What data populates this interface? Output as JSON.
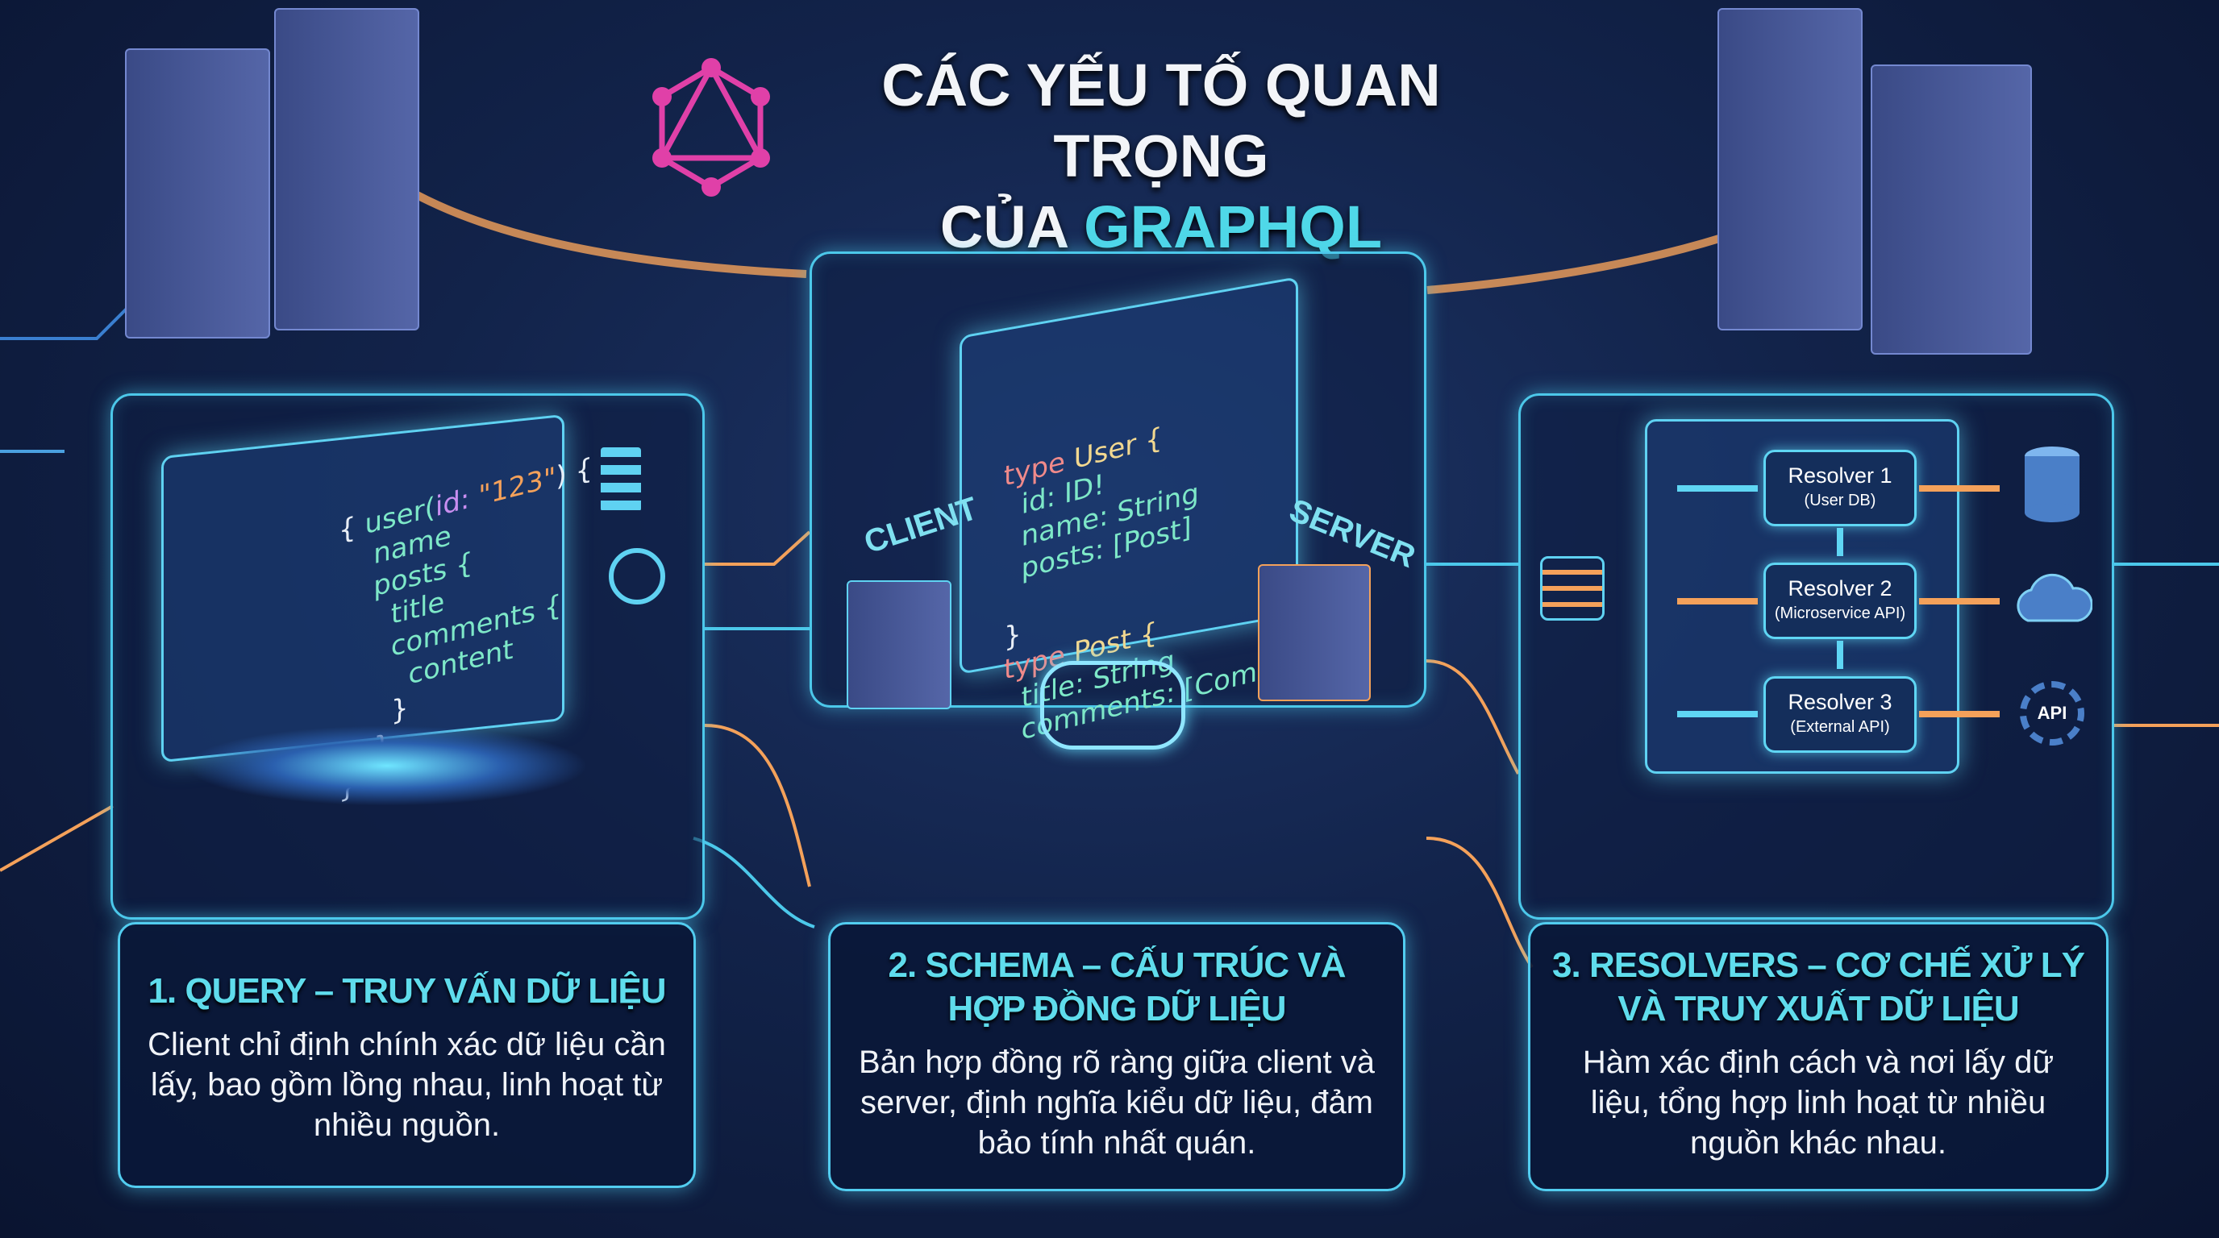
{
  "title": {
    "line1": "CÁC YẾU TỐ QUAN TRỌNG",
    "line2_prefix": "CỦA ",
    "line2_highlight": "GRAPHQL",
    "logo": "graphql-logo-icon"
  },
  "colors": {
    "accent": "#4fd8e8",
    "logo": "#e040a8",
    "orange": "#f4a15a",
    "background": "#12234a"
  },
  "panel1": {
    "code": [
      "{ ",
      "user(",
      "id: ",
      "\"123\"",
      ") {",
      "name",
      "posts {",
      "title",
      "comments {",
      "content",
      "}",
      "}",
      "}"
    ],
    "heading": "1. QUERY – TRUY VẤN DỮ LIỆU",
    "text": "Client chỉ định chính xác dữ liệu cần lấy, bao gồm lồng nhau, linh hoạt từ nhiều nguồn."
  },
  "panel2": {
    "client_label": "CLIENT",
    "server_label": "SERVER",
    "code": {
      "type_kw": "type",
      "user_type": "User {",
      "user_fields": [
        "id: ID!",
        "name: String",
        "posts: [Post]"
      ],
      "close": "}",
      "post_type": "Post {",
      "post_fields": [
        "title: String",
        "comments: [Comment]"
      ]
    },
    "heading": "2. SCHEMA – CẤU TRÚC VÀ HỢP ĐỒNG DỮ LIỆU",
    "text": "Bản hợp đồng rõ ràng giữa client và server, định nghĩa kiểu dữ liệu, đảm bảo tính nhất quán."
  },
  "panel3": {
    "resolvers": [
      {
        "name": "Resolver 1",
        "source": "(User DB)",
        "icon": "database-icon"
      },
      {
        "name": "Resolver 2",
        "source": "(Microservice API)",
        "icon": "cloud-sync-icon"
      },
      {
        "name": "Resolver 3",
        "source": "(External API)",
        "icon": "api-gear-icon"
      }
    ],
    "api_label": "API",
    "heading": "3. RESOLVERS – CƠ CHẾ XỬ LÝ VÀ TRUY XUẤT DỮ LIỆU",
    "text": "Hàm xác định cách và nơi lấy dữ liệu, tổng hợp linh hoạt từ nhiều nguồn khác nhau."
  }
}
